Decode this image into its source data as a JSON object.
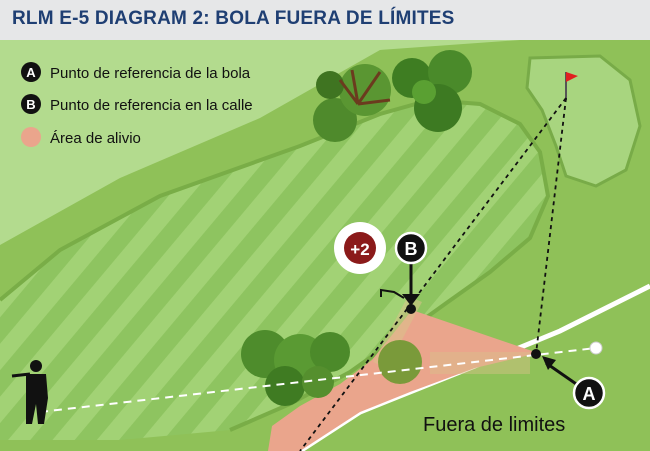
{
  "title": "RLM E-5 DIAGRAM 2:  BOLA FUERA DE LÍMITES",
  "legend": {
    "items": [
      {
        "marker": "A",
        "label": "Punto de referencia de la bola"
      },
      {
        "marker": "B",
        "label": "Punto de referencia en la calle"
      },
      {
        "marker": "",
        "label": "Área de alivio"
      }
    ]
  },
  "badges": {
    "penalty": "+2"
  },
  "markers": {
    "a": "A",
    "b": "B"
  },
  "callouts": {
    "out_of_bounds": "Fuera de limites"
  },
  "colors": {
    "title": "#1f3f73",
    "rough": "#8fc158",
    "fairway": "#9fd072",
    "fairway_stripe": "#8ec460",
    "green": "#a8d57f",
    "relief_area": "#eaa58c",
    "penalty_badge": "#8b1a1a",
    "marker": "#111111",
    "flag": "#e02020"
  },
  "icons": [
    "golfer-icon",
    "flag-icon",
    "ball-icon",
    "tree-icon"
  ]
}
